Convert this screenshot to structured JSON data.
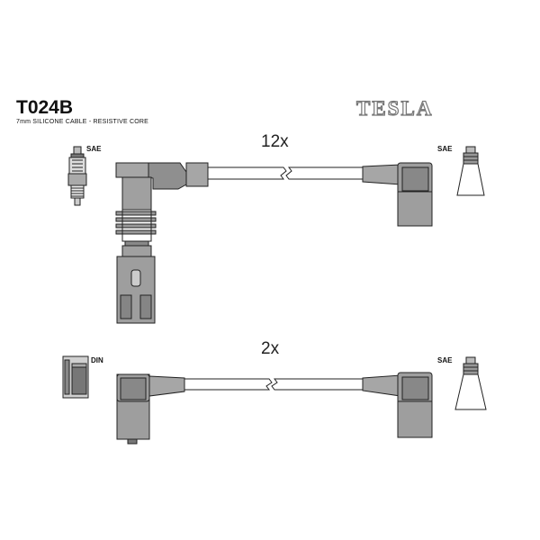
{
  "header": {
    "part_number": "T024B",
    "spec": "7mm SILICONE CABLE - RESISTIVE CORE",
    "brand": "TESLA"
  },
  "leads": [
    {
      "quantity": "12x",
      "left_connector": "SAE",
      "right_connector": "SAE"
    },
    {
      "quantity": "2x",
      "left_connector": "DIN",
      "right_connector": "SAE"
    }
  ],
  "colors": {
    "boot_fill": "#9e9e9e",
    "boot_dark": "#7a7a7a",
    "outline": "#222222"
  }
}
